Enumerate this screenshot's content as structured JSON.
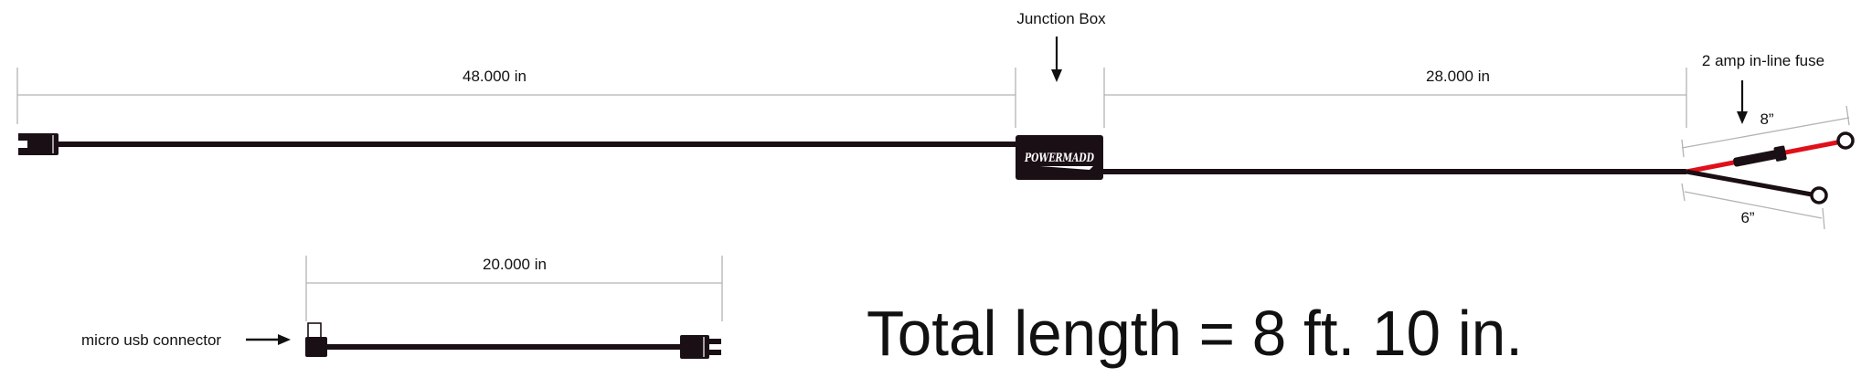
{
  "dimensions": {
    "main_left": "48.000 in",
    "main_right": "28.000 in",
    "usb_cable": "20.000 in",
    "fuse_lead": "8”",
    "plain_lead": "6”"
  },
  "callouts": {
    "junction_box": "Junction Box",
    "fuse": "2 amp in-line fuse",
    "micro_usb": "micro usb connector"
  },
  "junction_box_logo": "POWERMADD",
  "total_length": "Total length = 8 ft. 10 in.",
  "colors": {
    "cable": "#1a0f14",
    "fuse_wire": "#e0101a",
    "dimension_line": "#b3b3b3",
    "text": "#111111"
  }
}
